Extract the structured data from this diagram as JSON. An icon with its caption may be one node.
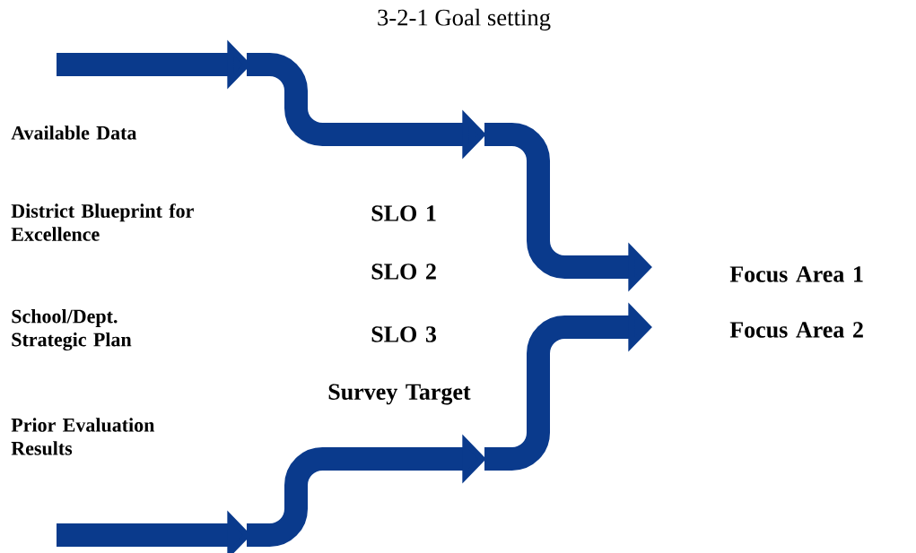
{
  "diagram": {
    "title": "3-2-1 Goal setting",
    "labels": [
      "Available Data",
      "District Blueprint for Excellence",
      "School/Dept. Strategic Plan",
      "Prior Evaluation Results",
      "SLO 1",
      "SLO 2",
      "SLO 3",
      "Survey Target",
      "Focus Area 1",
      "Focus Area 2"
    ]
  }
}
